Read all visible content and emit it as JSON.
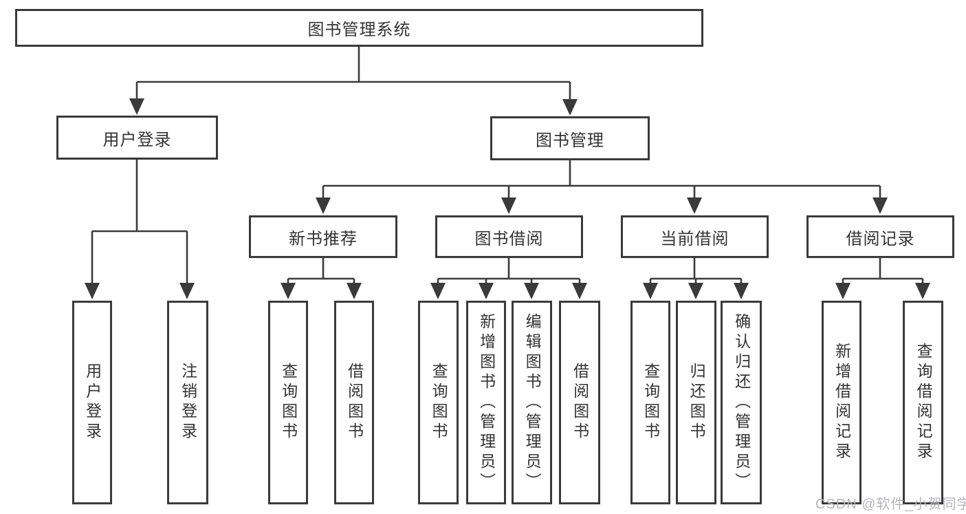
{
  "diagram": {
    "root": {
      "label": "图书管理系统"
    },
    "branches": [
      {
        "label": "用户登录",
        "children": [
          {
            "label": "用户登录"
          },
          {
            "label": "注销登录"
          }
        ]
      },
      {
        "label": "图书管理",
        "children": [
          {
            "label": "新书推荐",
            "children": [
              {
                "label": "查询图书"
              },
              {
                "label": "借阅图书"
              }
            ]
          },
          {
            "label": "图书借阅",
            "children": [
              {
                "label": "查询图书"
              },
              {
                "label": "新增图书（管理员）"
              },
              {
                "label": "编辑图书（管理员）"
              },
              {
                "label": "借阅图书"
              }
            ]
          },
          {
            "label": "当前借阅",
            "children": [
              {
                "label": "查询图书"
              },
              {
                "label": "归还图书"
              },
              {
                "label": "确认归还（管理员）"
              }
            ]
          },
          {
            "label": "借阅记录",
            "children": [
              {
                "label": "新增借阅记录"
              },
              {
                "label": "查询借阅记录"
              }
            ]
          }
        ]
      }
    ]
  },
  "watermark": {
    "text": "CSDN @软件_小贺同学"
  },
  "colors": {
    "line": "#3a3a3a",
    "text": "#333333",
    "box_background": "#ffffff",
    "watermark": "#b3b6ba"
  }
}
